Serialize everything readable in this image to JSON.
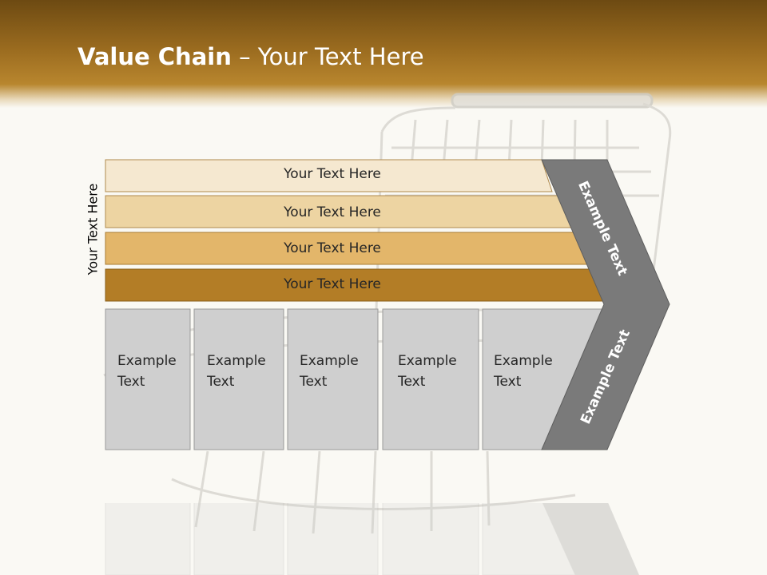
{
  "slide": {
    "title_bold": "Value Chain",
    "title_rest": " – Your Text Here",
    "side_label": "Your Text Here"
  },
  "rows": [
    {
      "label": "Your Text Here",
      "color": "#f5e8d0"
    },
    {
      "label": "Your Text Here",
      "color": "#edd4a2"
    },
    {
      "label": "Your Text Here",
      "color": "#e3b66a"
    },
    {
      "label": "Your Text Here",
      "color": "#b37d26"
    }
  ],
  "boxes": [
    {
      "line1": "Example",
      "line2": "Text"
    },
    {
      "line1": "Example",
      "line2": "Text"
    },
    {
      "line1": "Example",
      "line2": "Text"
    },
    {
      "line1": "Example",
      "line2": "Text"
    },
    {
      "line1": "Example",
      "line2": "Text"
    }
  ],
  "chevron": {
    "upper_text": "Example Text",
    "lower_text": "Example Text",
    "color": "#7a7a7a"
  },
  "colors": {
    "header_dark": "#6d4a12",
    "header_mid": "#b8862e",
    "box_fill": "#cfcfcf",
    "box_border": "#9a9a9a"
  }
}
